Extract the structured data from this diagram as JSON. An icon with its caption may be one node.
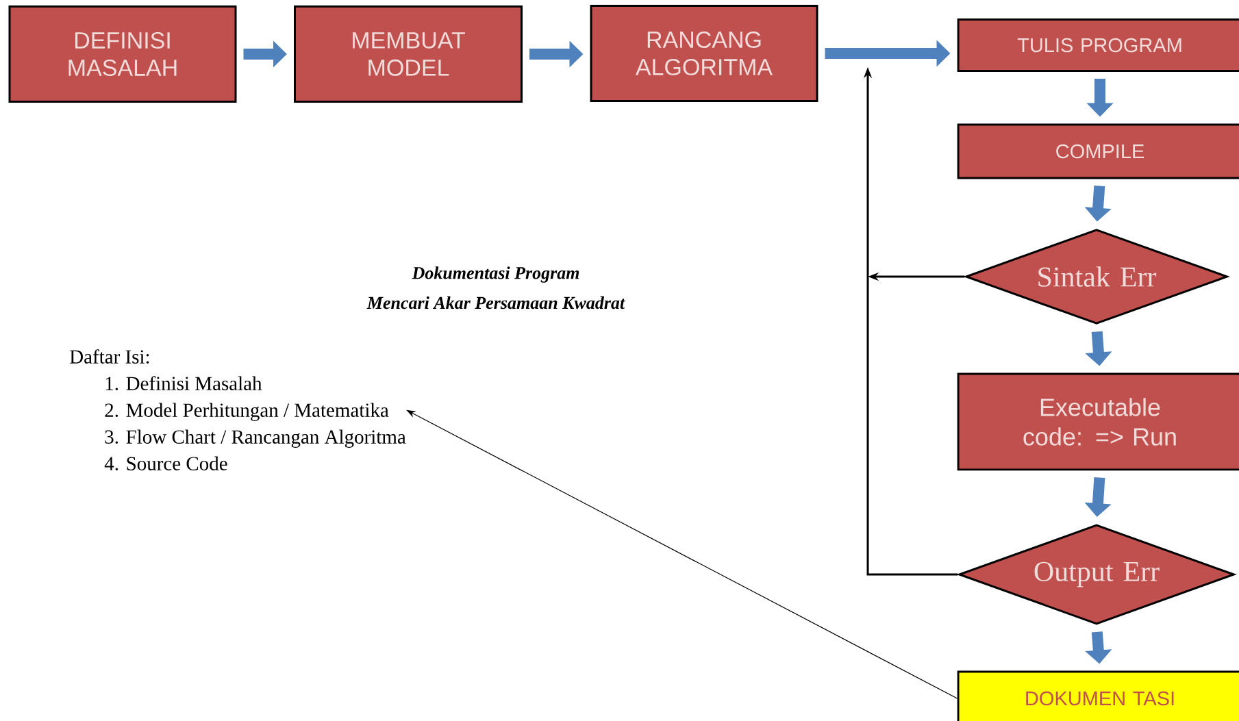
{
  "diagram": {
    "nodes": [
      {
        "text": [
          "DEFINISI MASALAH"
        ]
      },
      {
        "text": [
          "MEMBUAT MODEL"
        ]
      },
      {
        "text": [
          "RANCANG ALGORITMA"
        ]
      },
      {
        "text": [
          "TULIS PROGRAM"
        ]
      },
      {
        "text": [
          "COMPILE"
        ]
      },
      {
        "text": [
          "Sintak Err"
        ]
      },
      {
        "text": [
          "Executable code: => Run"
        ]
      },
      {
        "text": [
          "Output Err"
        ]
      },
      {
        "text": [
          "DOKUMEN TASI"
        ]
      },
      {
        "text": [
          "Daftar Isi:",
          "1. Definisi Masalah",
          "2. Model Perhitungan / Matematika",
          "3. Flow Chart / Rancangan Algoritma",
          "4. Source Code"
        ]
      }
    ],
    "edges": [
      {
        "from": 0,
        "to": 1,
        "arrow": "to"
      },
      {
        "from": 1,
        "to": 2,
        "arrow": "to"
      },
      {
        "from": 2,
        "to": 3,
        "arrow": "to"
      },
      {
        "from": 3,
        "to": 4,
        "arrow": "to"
      },
      {
        "from": 4,
        "to": 5,
        "arrow": "to"
      },
      {
        "from": 5,
        "to": 6,
        "arrow": "to"
      },
      {
        "from": 6,
        "to": 7,
        "arrow": "to"
      },
      {
        "from": 7,
        "to": 8,
        "arrow": "to"
      },
      {
        "from": 5,
        "to": null,
        "arrow": "to",
        "color": "#000000"
      },
      {
        "from": 7,
        "to": null,
        "arrow": "to",
        "color": "#000000"
      },
      {
        "from": 8,
        "to": 9,
        "arrow": "to",
        "color": "#000000"
      }
    ],
    "labels": [
      "Dokumentasi Program",
      "Mencari Akar Persamaan Kwadrat"
    ]
  }
}
